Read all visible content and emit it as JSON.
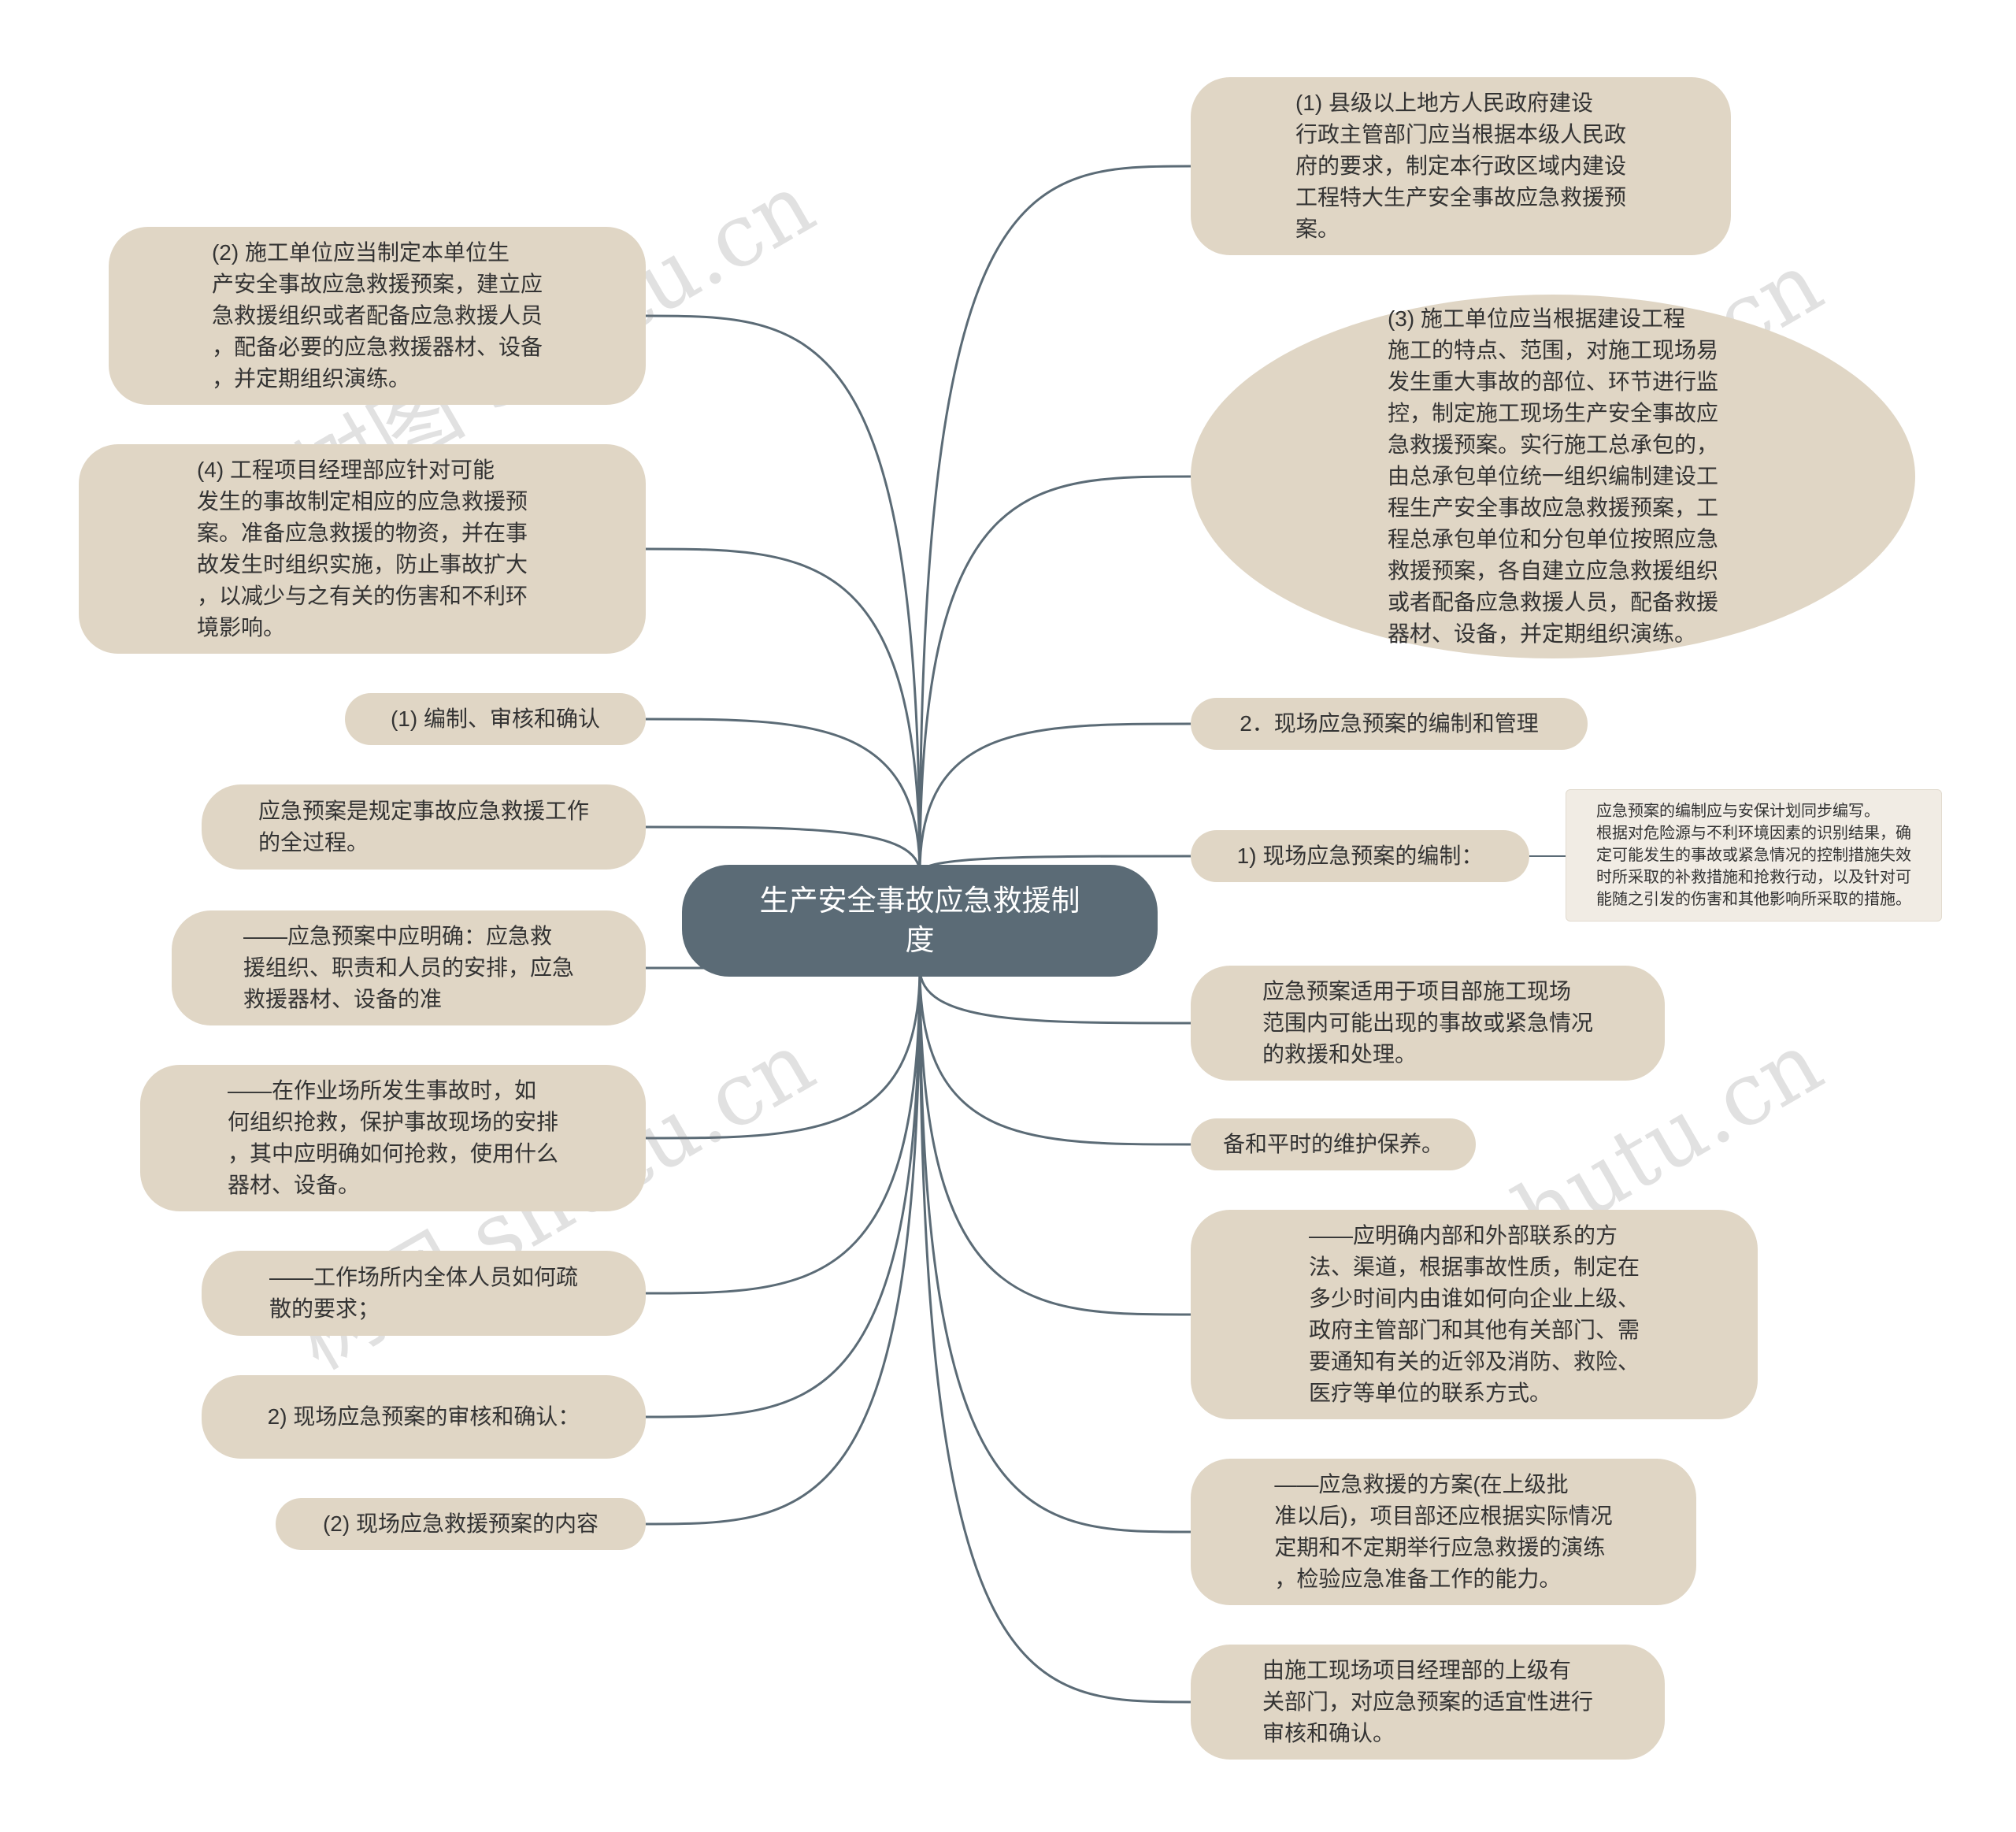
{
  "root": {
    "title": "生产安全事故应急救援制\n度"
  },
  "left_nodes": [
    "(2) 施工单位应当制定本单位生\n产安全事故应急救援预案，建立应\n急救援组织或者配备应急救援人员\n，配备必要的应急救援器材、设备\n，并定期组织演练。",
    "(4) 工程项目经理部应针对可能\n发生的事故制定相应的应急救援预\n案。准备应急救援的物资，并在事\n故发生时组织实施，防止事故扩大\n，以减少与之有关的伤害和不利环\n境影响。",
    "(1) 编制、审核和确认",
    "应急预案是规定事故应急救援工作\n的全过程。",
    "——应急预案中应明确：应急救\n援组织、职责和人员的安排，应急\n救援器材、设备的准",
    "——在作业场所发生事故时，如\n何组织抢救，保护事故现场的安排\n，其中应明确如何抢救，使用什么\n器材、设备。",
    "——工作场所内全体人员如何疏\n散的要求；",
    "2) 现场应急预案的审核和确认：",
    "(2) 现场应急救援预案的内容"
  ],
  "right_nodes": [
    "(1) 县级以上地方人民政府建设\n行政主管部门应当根据本级人民政\n府的要求，制定本行政区域内建设\n工程特大生产安全事故应急救援预\n案。",
    "(3) 施工单位应当根据建设工程\n施工的特点、范围，对施工现场易\n发生重大事故的部位、环节进行监\n控，制定施工现场生产安全事故应\n急救援预案。实行施工总承包的，\n由总承包单位统一组织编制建设工\n程生产安全事故应急救援预案，工\n程总承包单位和分包单位按照应急\n救援预案，各自建立应急救援组织\n或者配备应急救援人员，配备救援\n器材、设备，并定期组织演练。",
    "2．现场应急预案的编制和管理",
    "1) 现场应急预案的编制：",
    "应急预案适用于项目部施工现场\n范围内可能出现的事故或紧急情况\n的救援和处理。",
    "备和平时的维护保养。",
    "——应明确内部和外部联系的方\n法、渠道，根据事故性质，制定在\n多少时间内由谁如何向企业上级、\n政府主管部门和其他有关部门、需\n要通知有关的近邻及消防、救险、\n医疗等单位的联系方式。",
    "——应急救援的方案(在上级批\n准以后)，项目部还应根据实际情况\n定期和不定期举行应急救援的演练\n，检验应急准备工作的能力。",
    "由施工现场项目经理部的上级有\n关部门，对应急预案的适宜性进行\n审核和确认。"
  ],
  "note": {
    "text": "应急预案的编制应与安保计划同步编写。\n根据对危险源与不利环境因素的识别结果，确\n定可能发生的事故或紧急情况的控制措施失效\n时所采取的补救措施和抢救行动，以及针对可\n能随之引发的伤害和其他影响所采取的措施。"
  },
  "watermark": [
    "树图 shutu.cn",
    "树图 shutu.cn",
    "树图 shutu.cn",
    "树图 shutu.cn"
  ],
  "colors": {
    "node_fill": "#e0d6c5",
    "root_fill": "#5b6b76",
    "link": "#5b6b76",
    "note_fill": "#f1ece4"
  }
}
